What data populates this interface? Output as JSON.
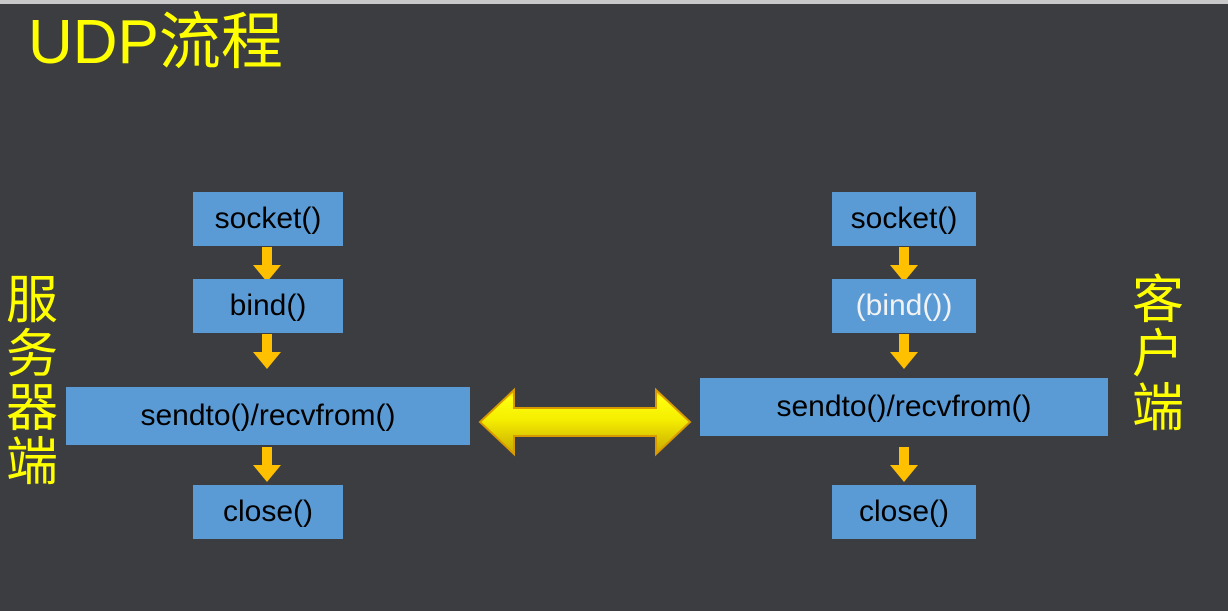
{
  "slide": {
    "title": "UDP流程",
    "background_color": "#3b3d41",
    "title_color": "#ffff00",
    "box_color": "#5b9bd5",
    "arrow_color": "#ffc000",
    "exchange_arrow_color": "#ffff00"
  },
  "labels": {
    "server": "服务器端",
    "client": "客户端"
  },
  "server_flow": {
    "steps": [
      {
        "label": "socket()",
        "text_color": "#000000"
      },
      {
        "label": "bind()",
        "text_color": "#000000"
      },
      {
        "label": "sendto()/recvfrom()",
        "text_color": "#000000"
      },
      {
        "label": "close()",
        "text_color": "#000000"
      }
    ]
  },
  "client_flow": {
    "steps": [
      {
        "label": "socket()",
        "text_color": "#000000"
      },
      {
        "label": "(bind())",
        "text_color": "#f2f2f2"
      },
      {
        "label": "sendto()/recvfrom()",
        "text_color": "#000000"
      },
      {
        "label": "close()",
        "text_color": "#000000"
      }
    ]
  },
  "connector": {
    "name": "bidirectional-datagram-exchange"
  }
}
